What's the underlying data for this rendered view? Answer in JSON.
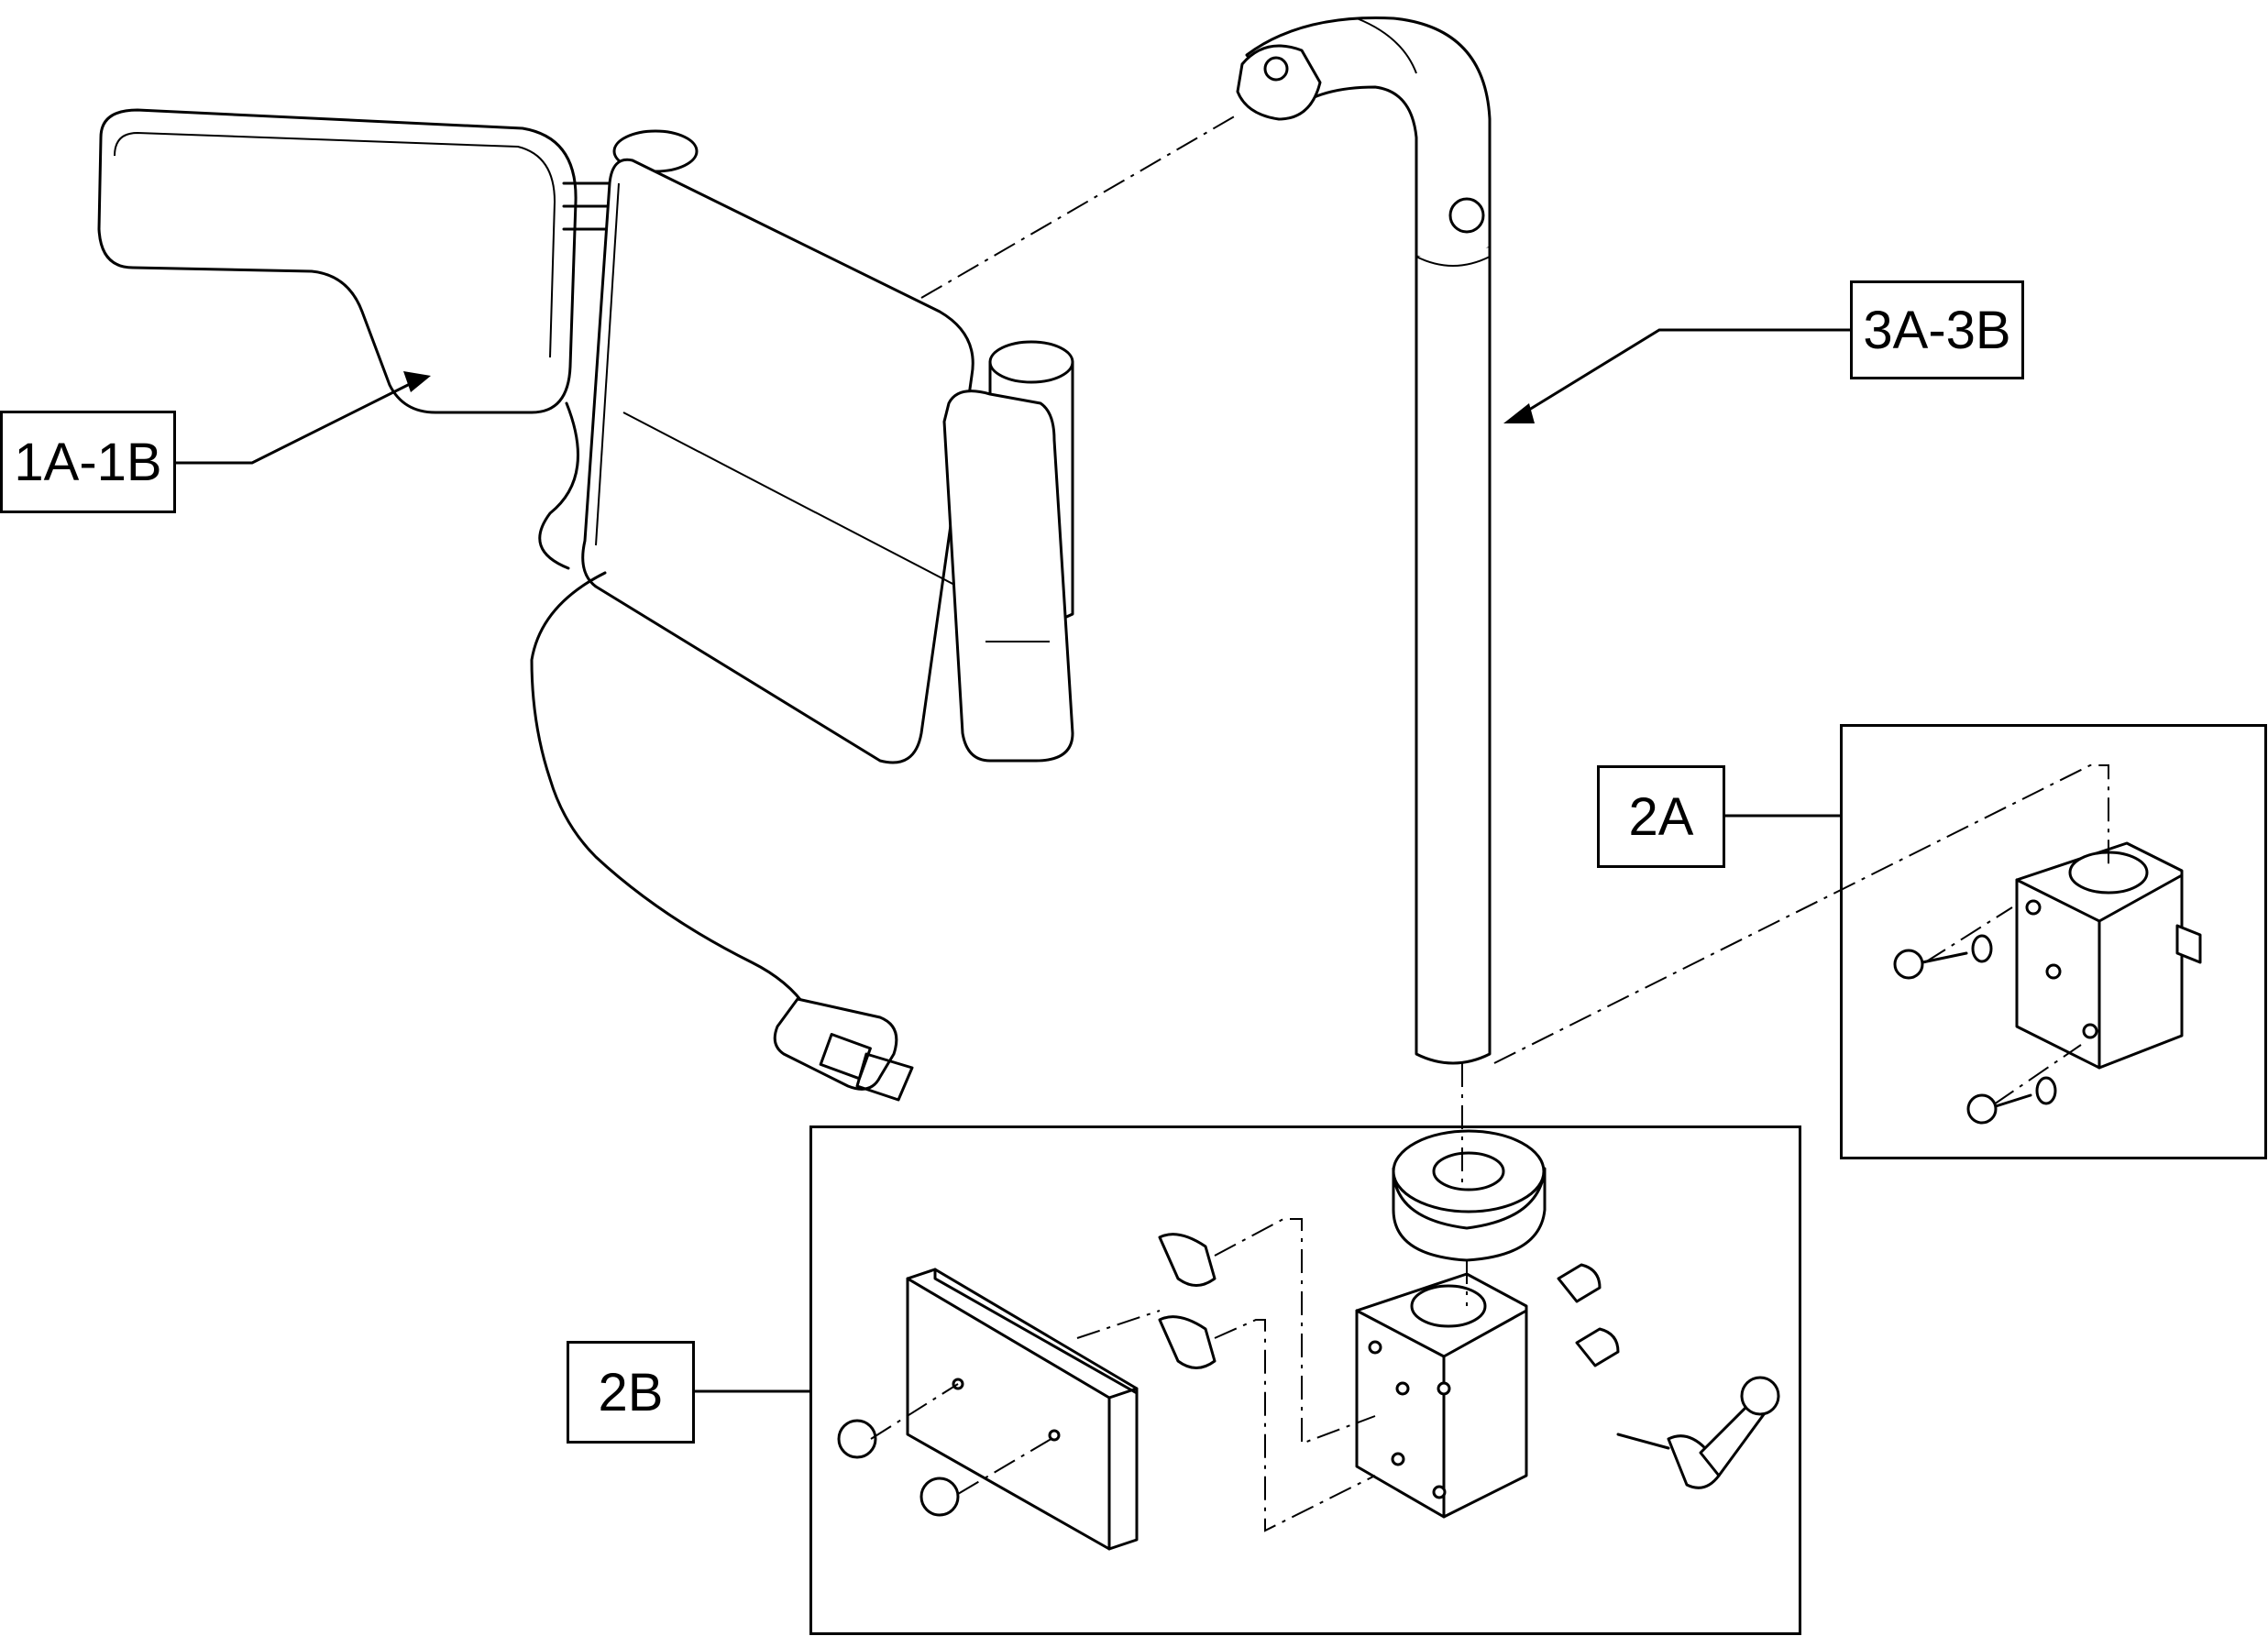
{
  "callouts": {
    "c1": "1A-1B",
    "c2a": "2A",
    "c2b": "2B",
    "c3": "3A-3B"
  },
  "colors": {
    "ink": "#000000",
    "paper": "#ffffff"
  }
}
